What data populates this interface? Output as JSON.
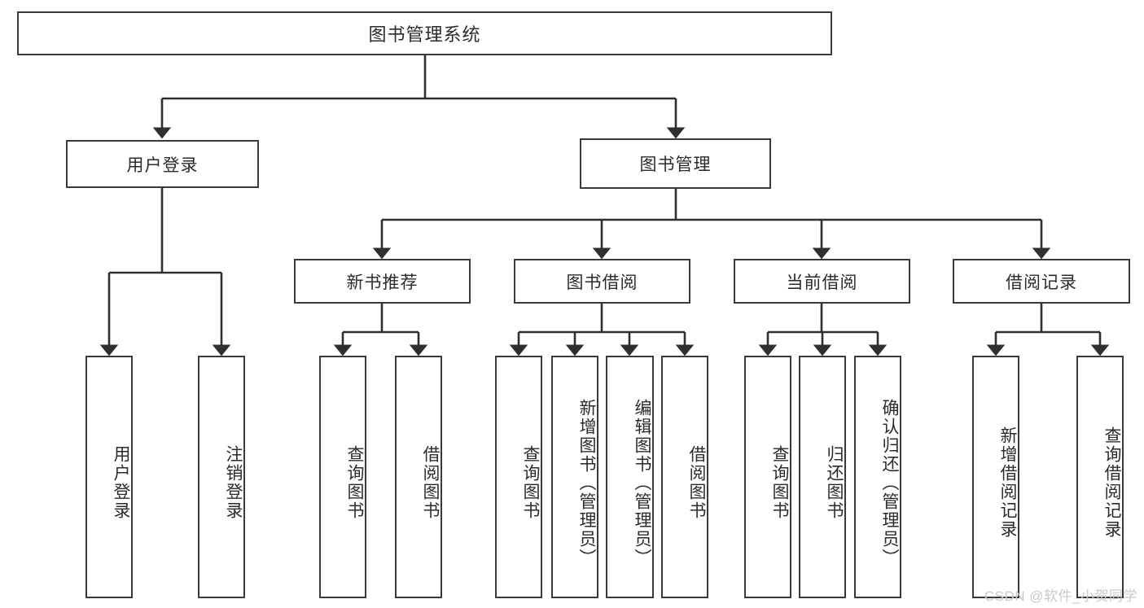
{
  "diagram": {
    "title": "图书管理系统",
    "type": "hierarchy-tree",
    "watermark": "CSDN @软件_小贺同学",
    "levels": {
      "level1": [
        "用户登录",
        "图书管理"
      ],
      "level2_under_book_management": [
        "新书推荐",
        "图书借阅",
        "当前借阅",
        "借阅记录"
      ]
    },
    "nodes": {
      "root": "图书管理系统",
      "user_login": "用户登录",
      "book_management": "图书管理",
      "new_book_recommend": "新书推荐",
      "book_borrow": "图书借阅",
      "current_borrow": "当前借阅",
      "borrow_record": "借阅记录",
      "leaves": {
        "login_1": "用户登录",
        "login_2": "注销登录",
        "recommend_1": "查询图书",
        "recommend_2": "借阅图书",
        "borrow_1": "查询图书",
        "borrow_2": "新增图书（管理员）",
        "borrow_3": "编辑图书（管理员）",
        "borrow_4": "借阅图书",
        "current_1": "查询图书",
        "current_2": "归还图书",
        "current_3": "确认归还（管理员）",
        "record_1": "新增借阅记录",
        "record_2": "查询借阅记录"
      }
    },
    "colors": {
      "stroke": "#3a3a3a",
      "fill": "#ffffff",
      "text": "#2b2b2b",
      "watermark": "#c9c9c9"
    }
  }
}
